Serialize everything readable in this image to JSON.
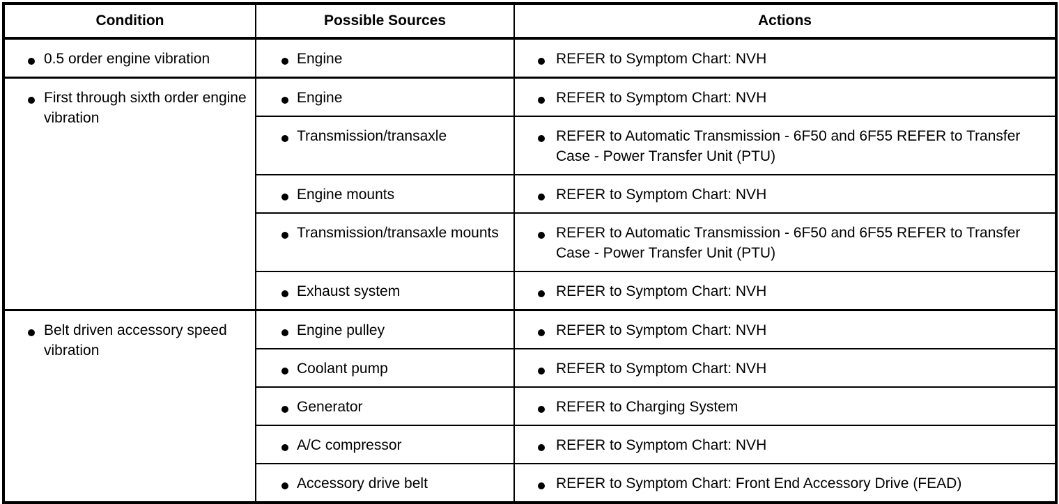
{
  "table": {
    "headers": {
      "condition": "Condition",
      "possible_sources": "Possible Sources",
      "actions": "Actions"
    },
    "bullet_glyph": "•",
    "border_color": "#000000",
    "background_color": "#ffffff",
    "groups": [
      {
        "condition": "0.5 order engine vibration",
        "rows": [
          {
            "source": "Engine",
            "action": "REFER to Symptom Chart: NVH"
          }
        ]
      },
      {
        "condition": "First through sixth order engine vibration",
        "rows": [
          {
            "source": "Engine",
            "action": "REFER to Symptom Chart: NVH"
          },
          {
            "source": "Transmission/transaxle",
            "action": "REFER to Automatic Transmission - 6F50 and 6F55 REFER to Transfer Case - Power Transfer Unit (PTU)"
          },
          {
            "source": "Engine mounts",
            "action": "REFER to Symptom Chart: NVH"
          },
          {
            "source": "Transmission/transaxle mounts",
            "action": "REFER to Automatic Transmission - 6F50 and 6F55 REFER to Transfer Case - Power Transfer Unit (PTU)"
          },
          {
            "source": "Exhaust system",
            "action": "REFER to Symptom Chart: NVH"
          }
        ]
      },
      {
        "condition": "Belt driven accessory speed vibration",
        "rows": [
          {
            "source": "Engine pulley",
            "action": "REFER to Symptom Chart: NVH"
          },
          {
            "source": "Coolant pump",
            "action": "REFER to Symptom Chart: NVH"
          },
          {
            "source": "Generator",
            "action": "REFER to Charging System"
          },
          {
            "source": "A/C compressor",
            "action": "REFER to Symptom Chart: NVH"
          },
          {
            "source": "Accessory drive belt",
            "action": "REFER to Symptom Chart: Front End Accessory Drive (FEAD)"
          }
        ]
      }
    ]
  }
}
